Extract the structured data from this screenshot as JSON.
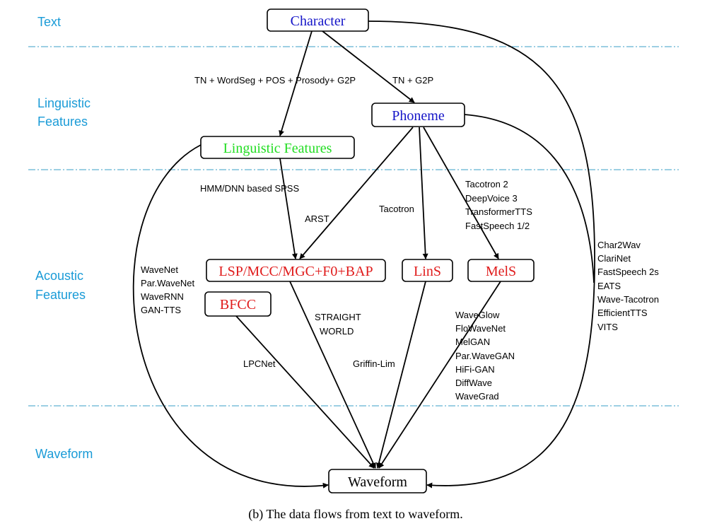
{
  "stages": {
    "text": "Text",
    "linguistic_line1": "Linguistic",
    "linguistic_line2": "Features",
    "acoustic_line1": "Acoustic",
    "acoustic_line2": "Features",
    "waveform": "Waveform"
  },
  "nodes": {
    "character": {
      "label": "Character",
      "color": "#1515c8"
    },
    "phoneme": {
      "label": "Phoneme",
      "color": "#1515c8"
    },
    "linguistic_features": {
      "label": "Linguistic Features",
      "color": "#22dd22"
    },
    "lsp": {
      "label": "LSP/MCC/MGC+F0+BAP",
      "color": "#e01b1b"
    },
    "bfcc": {
      "label": "BFCC",
      "color": "#e01b1b"
    },
    "lins": {
      "label": "LinS",
      "color": "#e01b1b"
    },
    "mels": {
      "label": "MelS",
      "color": "#e01b1b"
    },
    "waveform": {
      "label": "Waveform",
      "color": "#000000"
    }
  },
  "edges": {
    "char_to_ling": "TN + WordSeg + POS + Prosody+ G2P",
    "char_to_phoneme": "TN + G2P",
    "ling_to_acoustic": "HMM/DNN based SPSS",
    "phoneme_to_lsp": "ARST",
    "phoneme_to_lins": "Tacotron",
    "phoneme_to_mels": [
      "Tacotron 2",
      "DeepVoice 3",
      "TransformerTTS",
      "FastSpeech 1/2"
    ],
    "char_to_waveform": [
      "Char2Wav",
      "ClariNet",
      "FastSpeech 2s",
      "EATS",
      "Wave-Tacotron",
      "EfficientTTS",
      "VITS"
    ],
    "ling_to_waveform": [
      "WaveNet",
      "Par.WaveNet",
      "WaveRNN",
      "GAN-TTS"
    ],
    "lsp_to_waveform": [
      "STRAIGHT",
      "WORLD"
    ],
    "bfcc_to_waveform": "LPCNet",
    "lins_to_waveform": "Griffin-Lim",
    "mels_to_waveform": [
      "WaveGlow",
      "FloWaveNet",
      "MelGAN",
      "Par.WaveGAN",
      "HiFi-GAN",
      "DiffWave",
      "WaveGrad"
    ]
  },
  "caption": "(b) The data flows from text to waveform."
}
